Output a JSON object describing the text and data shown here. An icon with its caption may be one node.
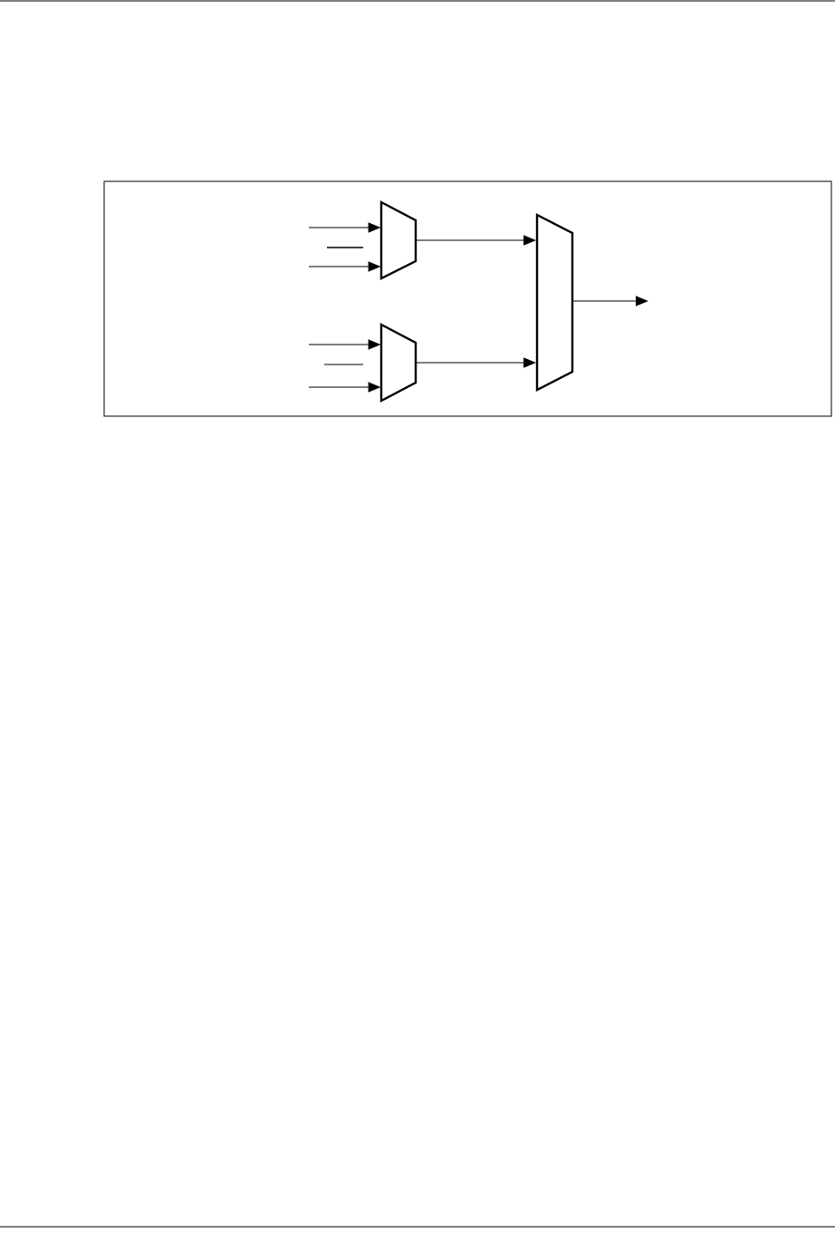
{
  "diagram": {
    "nodes": [
      {
        "text": [],
        "shape": "trapezoid"
      },
      {
        "text": [],
        "shape": "trapezoid"
      },
      {
        "text": [],
        "shape": "trapezoid"
      }
    ],
    "edges": [
      {
        "from": null,
        "to": 0,
        "arrow": "to"
      },
      {
        "from": null,
        "to": 0,
        "arrow": "to"
      },
      {
        "from": null,
        "to": 1,
        "arrow": "to"
      },
      {
        "from": null,
        "to": 1,
        "arrow": "to"
      },
      {
        "from": 0,
        "to": 2,
        "arrow": "to"
      },
      {
        "from": 1,
        "to": 2,
        "arrow": "to"
      },
      {
        "from": 2,
        "to": null,
        "arrow": "to"
      }
    ]
  }
}
